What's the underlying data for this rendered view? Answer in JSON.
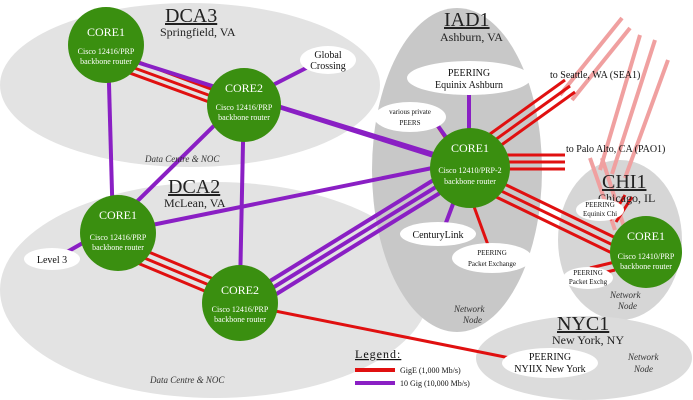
{
  "sites": {
    "dca3": {
      "name": "DCA3",
      "city": "Springfield, VA",
      "note": "Data Centre & NOC"
    },
    "iad1": {
      "name": "IAD1",
      "city": "Ashburn, VA",
      "note1": "Network",
      "note2": "Node"
    },
    "dca2": {
      "name": "DCA2",
      "city": "McLean, VA",
      "note": "Data Centre & NOC"
    },
    "chi1": {
      "name": "CHI1",
      "city": "Chicago, IL",
      "note1": "Network",
      "note2": "Node"
    },
    "nyc1": {
      "name": "NYC1",
      "city": "New York, NY",
      "note1": "Network",
      "note2": "Node"
    }
  },
  "routers": {
    "dca3_core1": {
      "title": "CORE1",
      "line1": "Cisco 12416/PRP",
      "line2": "backbone router"
    },
    "dca3_core2": {
      "title": "CORE2",
      "line1": "Cisco 12416/PRP",
      "line2": "backbone router"
    },
    "iad1_core1": {
      "title": "CORE1",
      "line1": "Cisco 12410/PRP-2",
      "line2": "backbone router"
    },
    "dca2_core1": {
      "title": "CORE1",
      "line1": "Cisco 12416/PRP",
      "line2": "backbone router"
    },
    "dca2_core2": {
      "title": "CORE2",
      "line1": "Cisco 12416/PRP",
      "line2": "backbone router"
    },
    "chi1_core1": {
      "title": "CORE1",
      "line1": "Cisco 12410/PRP",
      "line2": "backbone router"
    }
  },
  "peers": {
    "global_crossing_1": "Global",
    "global_crossing_2": "Crossing",
    "peering_equinix_1": "PEERING",
    "peering_equinix_2": "Equinix Ashburn",
    "private_1": "various private",
    "private_2": "PEERS",
    "centurylink": "CenturyLink",
    "packet_exchange_1": "PEERING",
    "packet_exchange_2": "Packet Exchange",
    "level3": "Level 3",
    "equinix_chi_1": "PEERING",
    "equinix_chi_2": "Equinix Chi",
    "packet_exchg_chi_1": "PEERING",
    "packet_exchg_chi_2": "Packet Exchg",
    "nyiix_1": "PEERING",
    "nyiix_2": "NYIIX New York"
  },
  "remote": {
    "seattle": "to Seattle, WA (SEA1)",
    "palo_alto": "to Palo Alto, CA (PAO1)"
  },
  "legend": {
    "title": "Legend:",
    "gige": "GigE (1,000 Mb/s)",
    "tengig": "10 Gig (10,000 Mb/s)",
    "gige_color": "#e01010",
    "tengig_color": "#8a1fc4"
  },
  "colors": {
    "site_bg": "#e3e3e3",
    "iad_bg": "#c8c8c8",
    "router_fill": "#3a8f10"
  }
}
